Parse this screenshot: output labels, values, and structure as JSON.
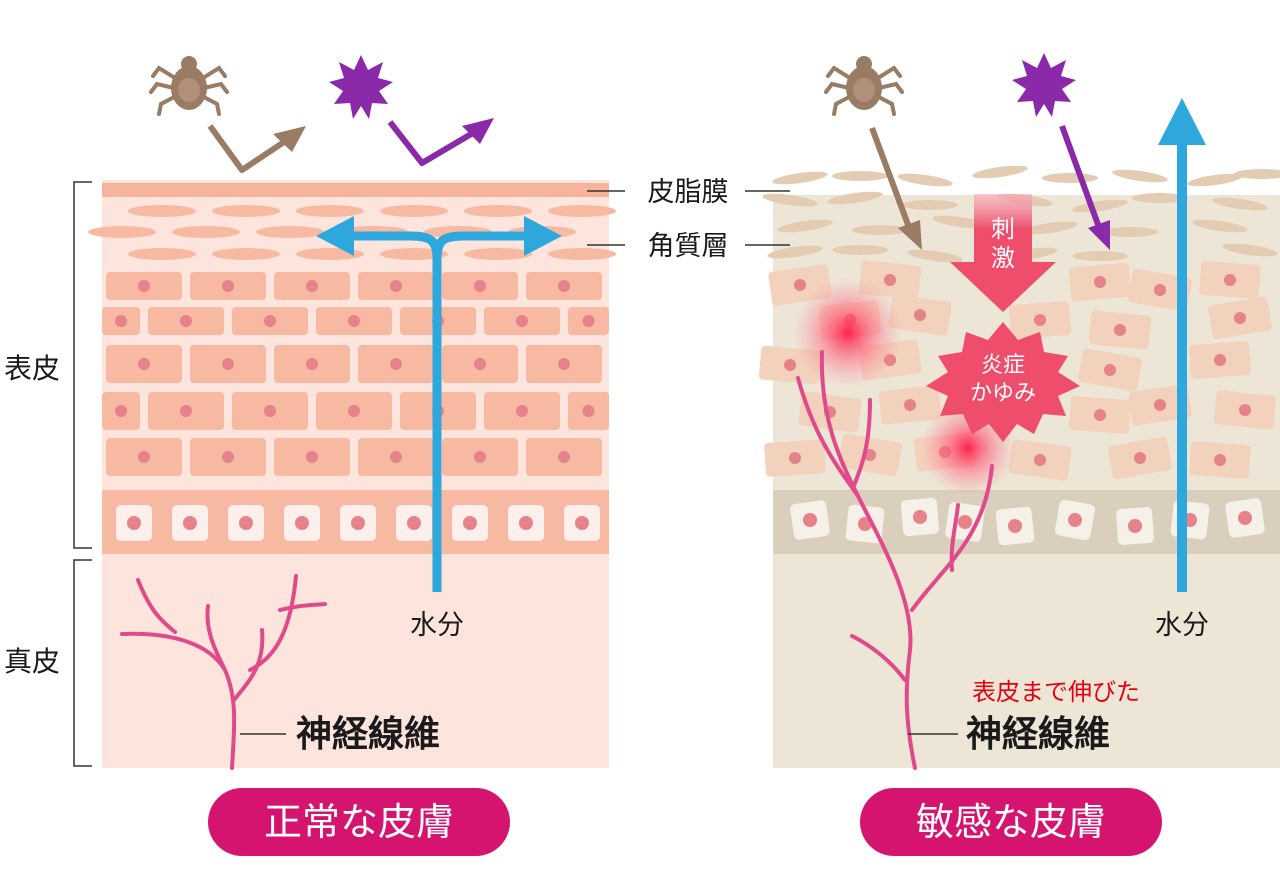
{
  "labels": {
    "epidermis": "表皮",
    "dermis": "真皮",
    "sebum_membrane": "皮脂膜",
    "stratum_corneum": "角質層",
    "moisture_left": "水分",
    "moisture_right": "水分",
    "nerve_left": "神経線維",
    "nerve_right": "神経線維",
    "extended_note": "表皮まで伸びた",
    "stimulus_line1": "刺",
    "stimulus_line2": "激",
    "inflammation_line1": "炎症",
    "inflammation_line2": "かゆみ"
  },
  "panels": {
    "normal_title": "正常な皮膚",
    "sensitive_title": "敏感な皮膚"
  },
  "colors": {
    "normal_bg": "#fde4dc",
    "normal_cells": "#f8b9a2",
    "nucleus": "#e6828a",
    "sensitive_bg": "#ede6d6",
    "sensitive_cells": "#f2d2bc",
    "basal_band": "#d9cfbc",
    "nerve": "#e04a8a",
    "water": "#2ea8dc",
    "mite": "#9a7b63",
    "uv": "#8b2aa8",
    "pill": "#d4146e",
    "stimulus": "#ee4d6b",
    "note_red": "#e60012"
  },
  "icons": [
    "mite-icon",
    "uv-icon",
    "mite-icon",
    "uv-icon"
  ]
}
